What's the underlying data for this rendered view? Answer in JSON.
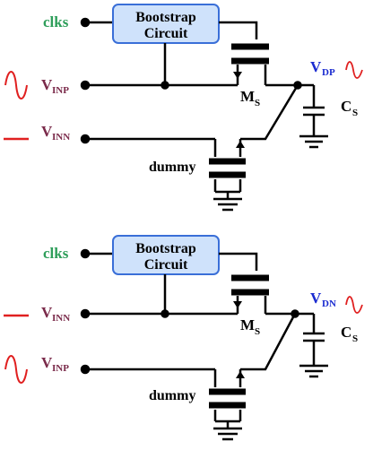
{
  "colors": {
    "clk": "#2e9e5a",
    "vin": "#7a2a4a",
    "vout": "#1a2bd0",
    "wave": "#e02020",
    "box_fill": "#cfe2fb",
    "box_stroke": "#3a6fd8",
    "wire": "#000000"
  },
  "top": {
    "clk_label": "clks",
    "box_line1": "Bootstrap",
    "box_line2": "Circuit",
    "in1_main": "V",
    "in1_sub": "INP",
    "in2_main": "V",
    "in2_sub": "INN",
    "switch_main": "M",
    "switch_sub": "S",
    "dummy_label": "dummy",
    "out_main": "V",
    "out_sub": "DP",
    "cap_main": "C",
    "cap_sub": "S"
  },
  "bottom": {
    "clk_label": "clks",
    "box_line1": "Bootstrap",
    "box_line2": "Circuit",
    "in1_main": "V",
    "in1_sub": "INN",
    "in2_main": "V",
    "in2_sub": "INP",
    "switch_main": "M",
    "switch_sub": "S",
    "dummy_label": "dummy",
    "out_main": "V",
    "out_sub": "DN",
    "cap_main": "C",
    "cap_sub": "S"
  }
}
